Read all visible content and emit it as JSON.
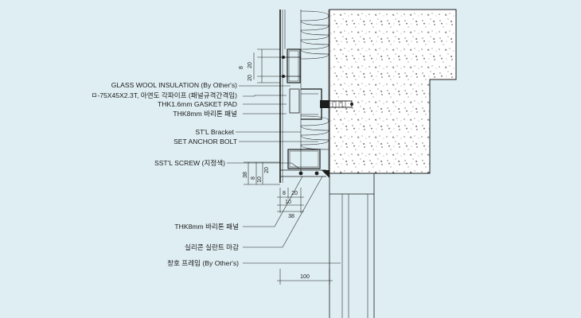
{
  "labels": [
    {
      "text": "GLASS WOOL INSULATION (By Other's)"
    },
    {
      "text": "ㅁ-75X45X2.3T, 아연도 각파이프 (패널규격간격임)"
    },
    {
      "text": "THK1.6mm GASKET PAD"
    },
    {
      "text": "THK8mm 바리톤 패널"
    },
    {
      "text": "ST'L Bracket"
    },
    {
      "text": "SET ANCHOR BOLT"
    },
    {
      "text": "SST'L  SCREW (지정색)"
    },
    {
      "text": "THK8mm 바리톤 패널"
    },
    {
      "text": "실리콘 실란트 마감"
    },
    {
      "text": "창호 프레임 (By Other's)"
    }
  ],
  "dimensions": {
    "upper_20": "20",
    "upper_8": "8",
    "upper_20b": "20",
    "lower_38": "38",
    "lower_8": "8",
    "lower_10": "10",
    "lower_20": "20",
    "horiz_8": "8",
    "horiz_20": "20",
    "horiz_10": "10",
    "horiz_38": "38",
    "bottom_100": "100"
  }
}
